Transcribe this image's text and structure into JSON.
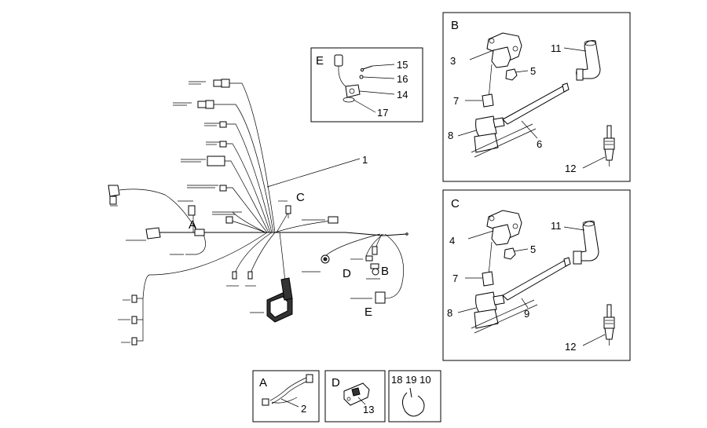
{
  "panel_b": {
    "letter": "B",
    "callouts": {
      "p3": "3",
      "p11": "11",
      "p5": "5",
      "p7": "7",
      "p8": "8",
      "p6": "6",
      "p12": "12"
    }
  },
  "panel_c": {
    "letter": "C",
    "callouts": {
      "p4": "4",
      "p11": "11",
      "p5": "5",
      "p7": "7",
      "p8": "8",
      "p9": "9",
      "p12": "12"
    }
  },
  "panel_e": {
    "letter": "E",
    "callouts": {
      "p15": "15",
      "p16": "16",
      "p14": "14",
      "p17": "17"
    }
  },
  "panel_a": {
    "letter": "A",
    "callout": "2"
  },
  "panel_d": {
    "letter": "D",
    "callout": "13"
  },
  "panel_misc": {
    "callouts": "18 19 10"
  },
  "main": {
    "harness_callout": "1",
    "marker_a": "A",
    "marker_c": "C",
    "marker_d": "D",
    "marker_b": "B",
    "marker_e": "E"
  },
  "icons": [
    "ignition-coil",
    "spark-plug",
    "spark-plug-cap",
    "hose",
    "connector",
    "clip-ring",
    "fuse-box",
    "sensor",
    "screw",
    "nut"
  ]
}
